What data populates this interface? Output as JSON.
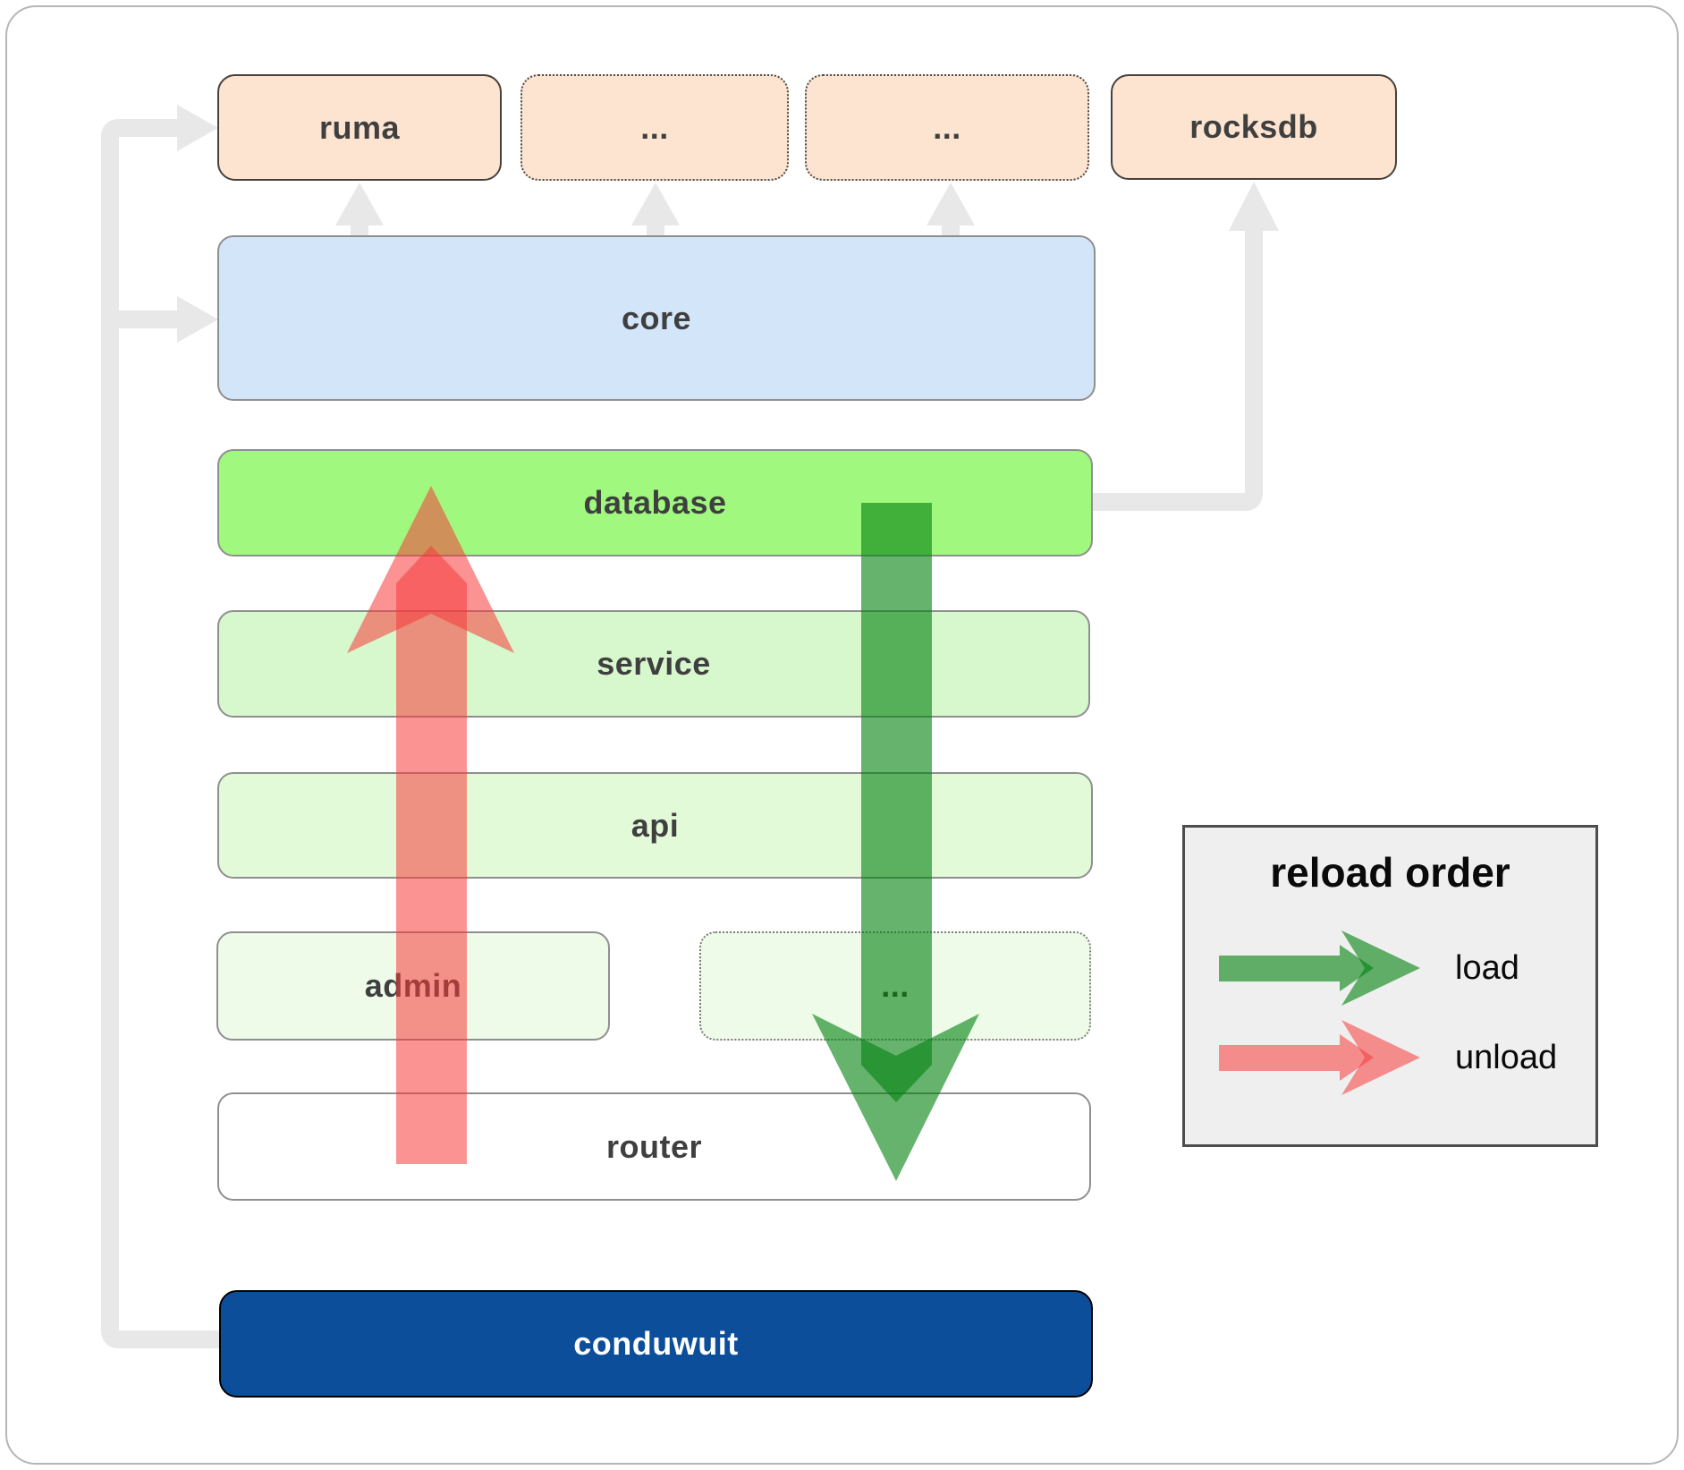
{
  "top_row": [
    {
      "id": "ruma",
      "label": "ruma",
      "fill": "#fce4d0"
    },
    {
      "id": "more-1",
      "label": "...",
      "fill": "#fce4d0"
    },
    {
      "id": "more-2",
      "label": "...",
      "fill": "#fce4d0"
    },
    {
      "id": "rocksdb",
      "label": "rocksdb",
      "fill": "#fce4d0"
    }
  ],
  "layers": [
    {
      "id": "core",
      "label": "core",
      "fill": "#d3e5f8"
    },
    {
      "id": "database",
      "label": "database",
      "fill": "#a0f87e"
    },
    {
      "id": "service",
      "label": "service",
      "fill": "#d7f7cc"
    },
    {
      "id": "api",
      "label": "api",
      "fill": "#e3fad9"
    },
    {
      "id": "admin",
      "label": "admin",
      "fill": "#eefbe9"
    },
    {
      "id": "admin-more",
      "label": "...",
      "fill": "#eefbe9"
    },
    {
      "id": "router",
      "label": "router",
      "fill": "#ffffff"
    },
    {
      "id": "conduwuit",
      "label": "conduwuit",
      "fill": "#0d4e9b",
      "text_color": "#ffffff"
    }
  ],
  "arrows": {
    "load": {
      "name": "load",
      "color": "#00800d",
      "direction": "down",
      "from": "database",
      "to": "router"
    },
    "unload": {
      "name": "unload",
      "color": "#f83b3b",
      "direction": "up",
      "from": "router",
      "to": "database"
    }
  },
  "connectors": {
    "color": "#e8e8e8",
    "links": [
      {
        "from": "conduwuit",
        "to": "ruma"
      },
      {
        "from": "conduwuit",
        "to": "core"
      },
      {
        "from": "core",
        "to": "ruma"
      },
      {
        "from": "core",
        "to": "more-1"
      },
      {
        "from": "core",
        "to": "more-2"
      },
      {
        "from": "database",
        "to": "rocksdb"
      }
    ]
  },
  "legend": {
    "title": "reload order",
    "items": [
      {
        "label": "load",
        "color": "#00800d"
      },
      {
        "label": "unload",
        "color": "#f83b3b"
      }
    ]
  }
}
